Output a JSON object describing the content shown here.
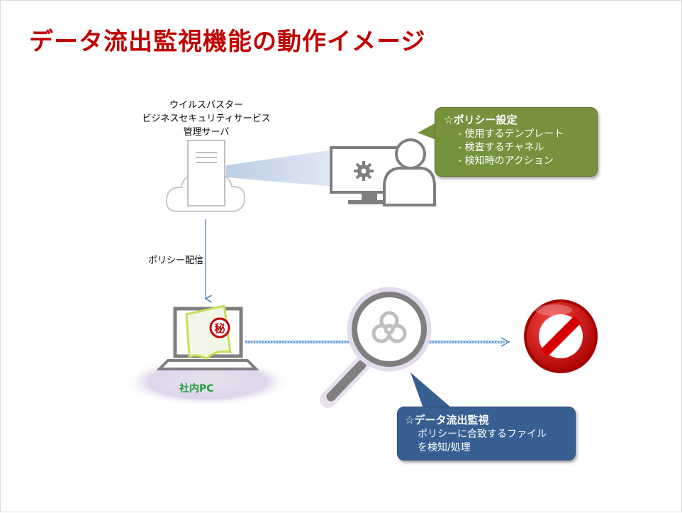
{
  "title": "データ流出監視機能の動作イメージ",
  "server": {
    "label_lines": [
      "ウイルスバスター",
      "ビジネスセキュリティサービス",
      "管理サーバ"
    ]
  },
  "policy_distribution_label": "ポリシー配信",
  "pc_label": "社内PC",
  "confidential_mark": "秘",
  "policy_bubble": {
    "heading": "☆ポリシー設定",
    "items": [
      "- 使用するテンプレート",
      "- 検査するチャネル",
      "- 検知時のアクション"
    ],
    "color": "#76923c"
  },
  "monitor_bubble": {
    "heading": "☆データ流出監視",
    "lines": [
      "ポリシーに合致するファイル",
      "を検知/処理"
    ],
    "color": "#375f91"
  },
  "icons": [
    "cloud-server-icon",
    "admin-console-icon",
    "laptop-icon",
    "confidential-document-icon",
    "magnifier-biohazard-icon",
    "block-sign-icon"
  ],
  "colors": {
    "title": "#c00000",
    "pc_label": "#1f9e3c",
    "block": "#c00000",
    "arrow": "#4a7ebb"
  }
}
